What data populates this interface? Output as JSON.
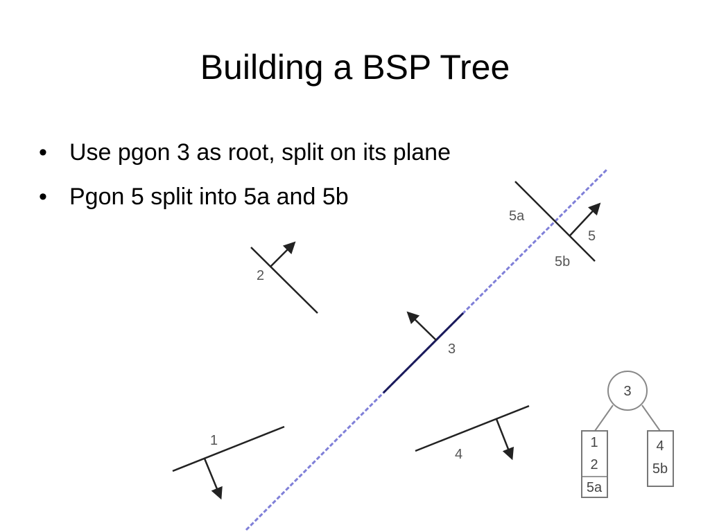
{
  "slide": {
    "title": "Building a BSP Tree",
    "bullets": [
      "Use pgon 3 as root, split on its plane",
      "Pgon 5 split into 5a and 5b"
    ],
    "bullet_glyph": "•"
  },
  "diagram": {
    "polygon_labels": {
      "p1": "1",
      "p2": "2",
      "p3": "3",
      "p4": "4",
      "p5": "5",
      "p5a": "5a",
      "p5b": "5b"
    },
    "tree": {
      "root": "3",
      "left_leaf": [
        "1",
        "2",
        "5a"
      ],
      "right_leaf": [
        "4",
        "5b"
      ]
    },
    "colors": {
      "split_plane": "#7f7fd8",
      "split_plane_dark": "#1a1a5a",
      "segment": "#222222"
    }
  }
}
